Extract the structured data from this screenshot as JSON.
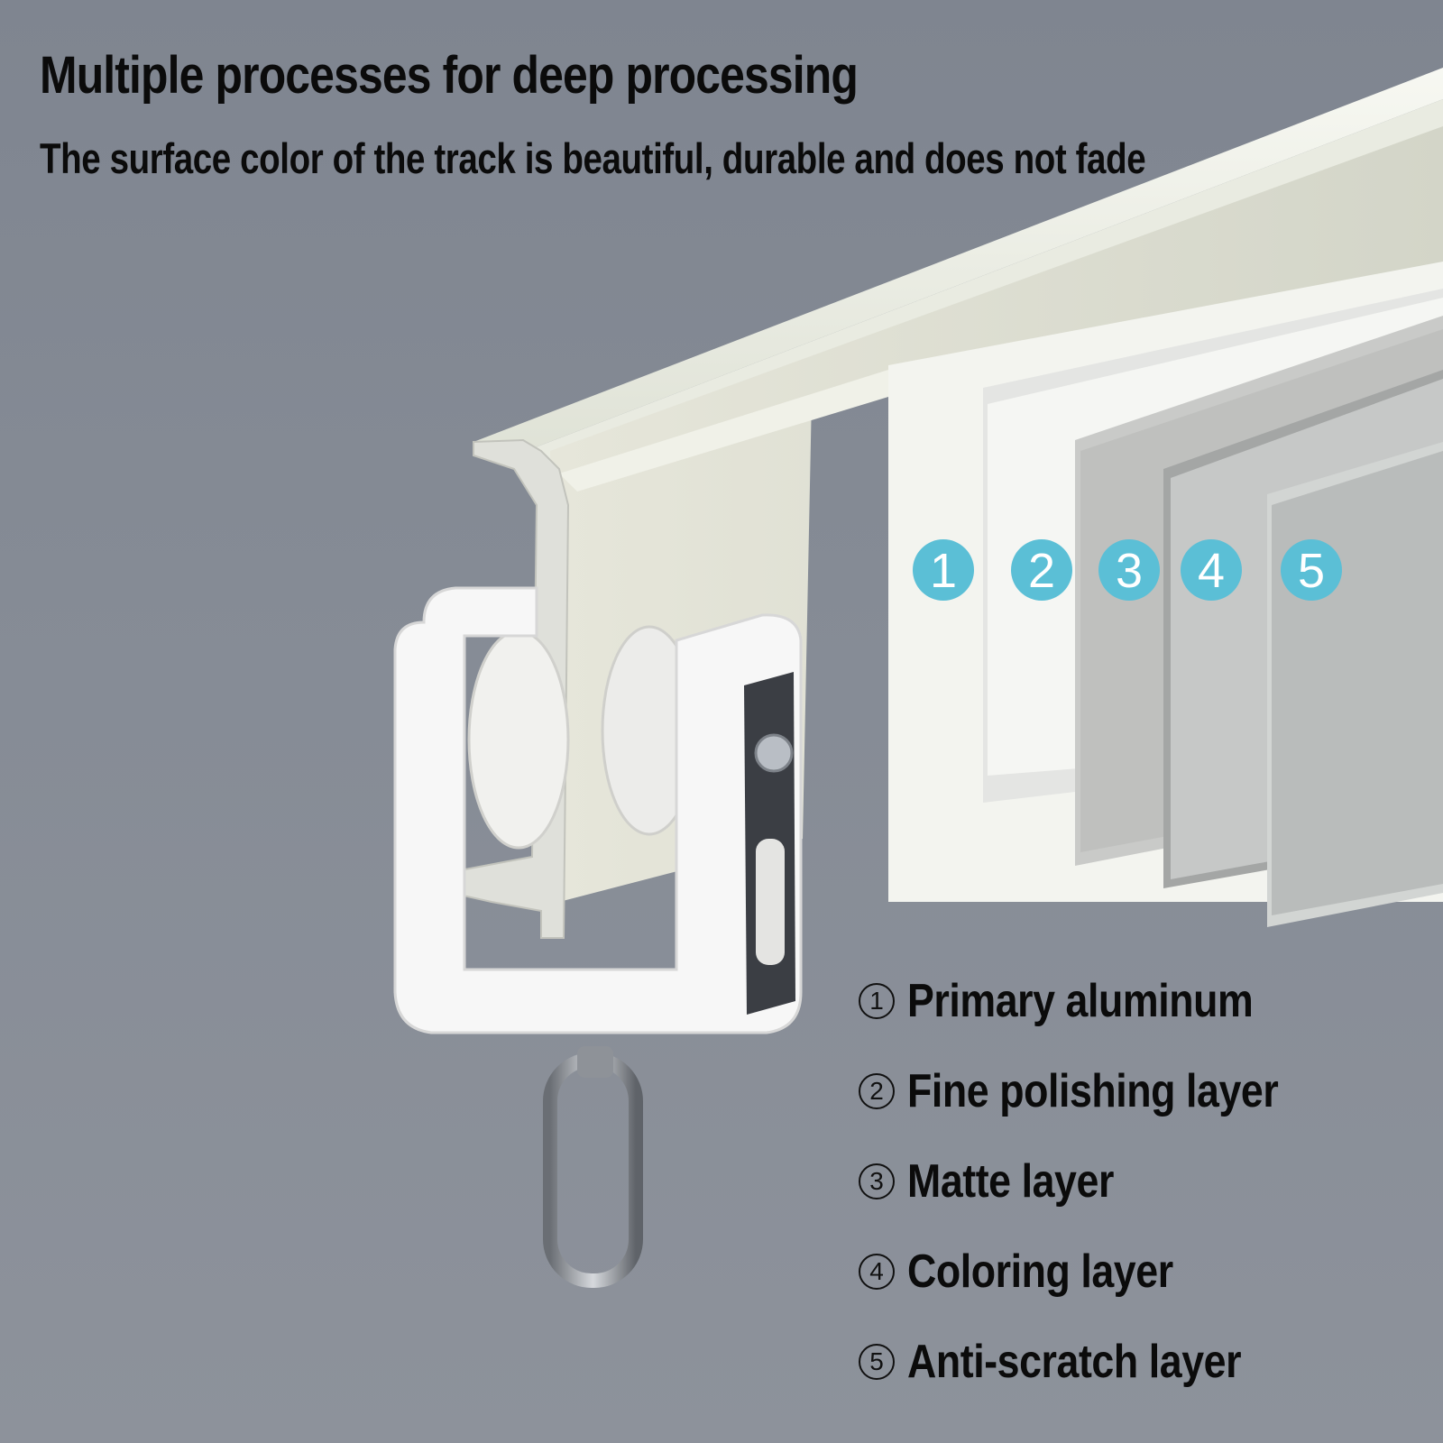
{
  "headline": "Multiple processes for deep processing",
  "subline": "The surface color of the track is beautiful, durable and does not fade",
  "accent_color": "#5bbfd6",
  "layers": [
    {
      "number": "1",
      "circled": "①",
      "label": "Primary aluminum"
    },
    {
      "number": "2",
      "circled": "②",
      "label": "Fine polishing layer"
    },
    {
      "number": "3",
      "circled": "③",
      "label": "Matte layer"
    },
    {
      "number": "4",
      "circled": "④",
      "label": "Coloring layer"
    },
    {
      "number": "5",
      "circled": "⑤",
      "label": "Anti-scratch layer"
    }
  ]
}
